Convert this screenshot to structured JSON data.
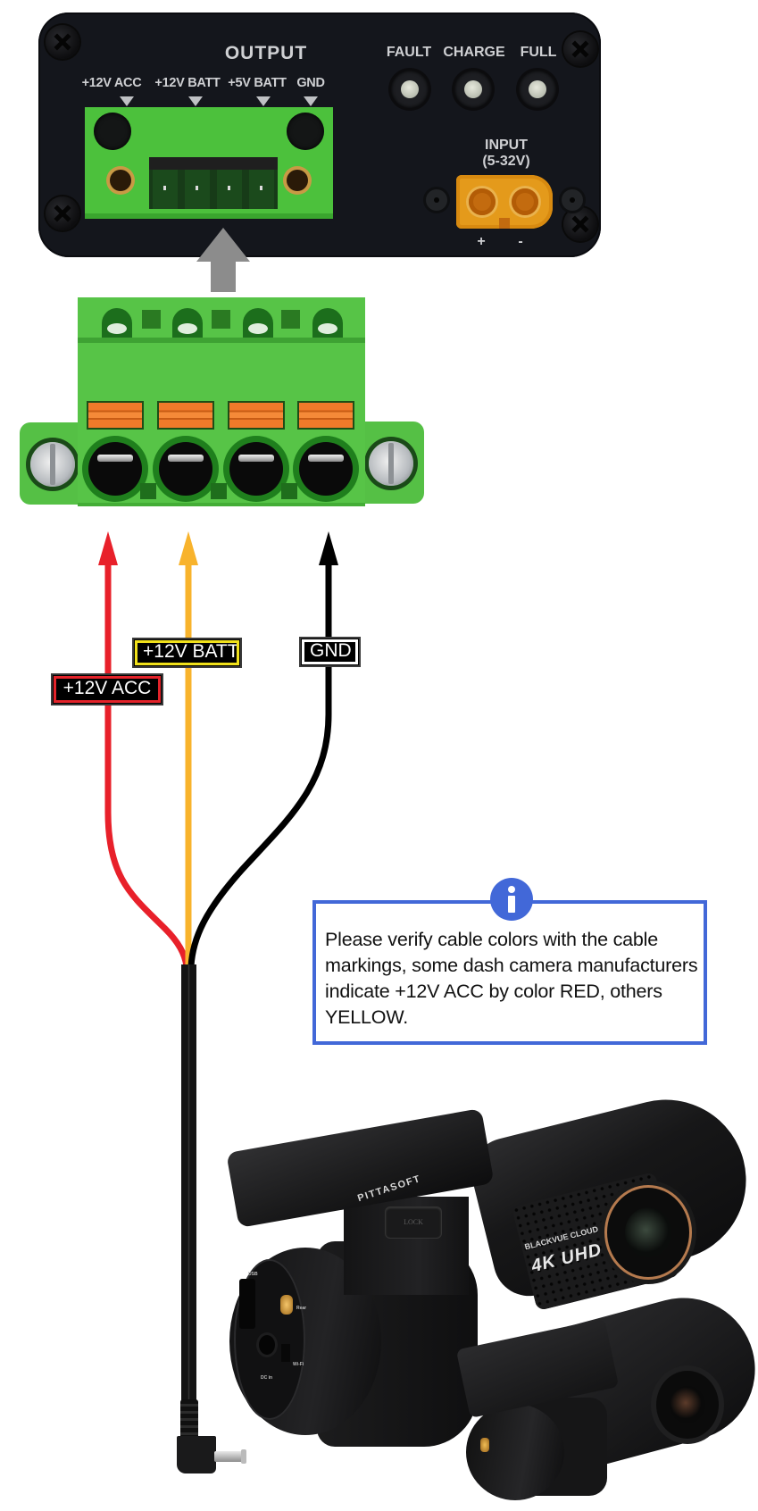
{
  "diagram": {
    "title": "Dash camera hardwire connection to power module output",
    "power_module": {
      "output_title": "OUTPUT",
      "output_pins": [
        "+12V ACC",
        "+12V BATT",
        "+5V BATT",
        "GND"
      ],
      "leds": [
        "FAULT",
        "CHARGE",
        "FULL"
      ],
      "input_title": "INPUT",
      "input_range": "(5-32V)",
      "input_polarity": [
        "+",
        "-"
      ]
    },
    "plug": {
      "terminals": 4,
      "description": "4-pin green spring-terminal plug"
    },
    "wires": [
      {
        "id": "acc",
        "label": "+12V ACC",
        "color": "#e8202a",
        "border": "#e3232a"
      },
      {
        "id": "batt",
        "label": "+12V BATT",
        "color": "#f8b32c",
        "border": "#f1e11a"
      },
      {
        "id": "gnd",
        "label": "GND",
        "color": "#000000",
        "border": "#ffffff"
      }
    ],
    "notice": {
      "icon": "info-icon",
      "text": "Please verify cable colors with the cable markings, some dash camera manufacturers indicate +12V ACC by color RED, others YELLOW.",
      "accent": "#4268d8"
    },
    "camera": {
      "mount_brand": "PITTASOFT",
      "lock_label": "LOCK",
      "brand": "BLACKVUE CLOUD",
      "model": "4K UHD",
      "ports": [
        "USB",
        "Rear",
        "Wi-Fi",
        "DC in"
      ]
    }
  }
}
